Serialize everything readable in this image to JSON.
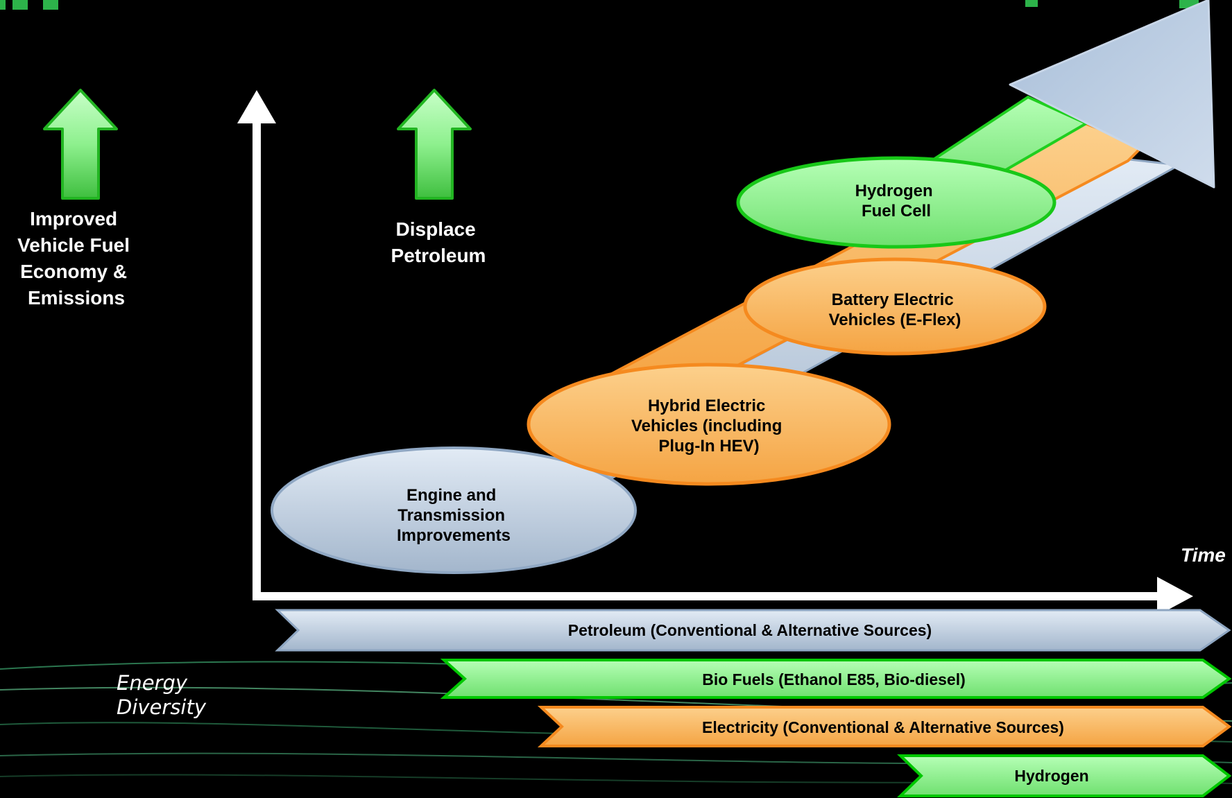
{
  "title_fragment": "",
  "left_labels": {
    "fuel_economy": [
      "Improved",
      "Vehicle Fuel",
      "Economy &",
      "Emissions"
    ],
    "displace": [
      "Displace",
      "Petroleum"
    ]
  },
  "time_label": "Time",
  "stages": [
    {
      "id": "engine",
      "lines": [
        "Engine and",
        "Transmission",
        "Improvements"
      ]
    },
    {
      "id": "hybrid",
      "lines": [
        "Hybrid Electric",
        "Vehicles (including",
        "Plug-In HEV)"
      ]
    },
    {
      "id": "battery",
      "lines": [
        "Battery Electric",
        "Vehicles (E-Flex)"
      ]
    },
    {
      "id": "hydrogen",
      "lines": [
        "Hydrogen",
        "Fuel Cell"
      ]
    }
  ],
  "energy_label": [
    "Energy",
    "Diversity"
  ],
  "energy_bars": [
    {
      "id": "petroleum",
      "label": "Petroleum (Conventional & Alternative Sources)"
    },
    {
      "id": "biofuels",
      "label": "Bio Fuels (Ethanol E85, Bio-diesel)"
    },
    {
      "id": "electricity",
      "label": "Electricity (Conventional & Alternative Sources)"
    },
    {
      "id": "hydrogen",
      "label": "Hydrogen"
    }
  ],
  "colors": {
    "background": "#000000",
    "green": "#7ee87e",
    "green_border": "#00cc00",
    "orange": "#f8b75a",
    "orange_border": "#f58a1f",
    "steel": "#b7c6d8",
    "steel_border": "#8ea6c2",
    "text": "#000000",
    "white": "#ffffff"
  }
}
